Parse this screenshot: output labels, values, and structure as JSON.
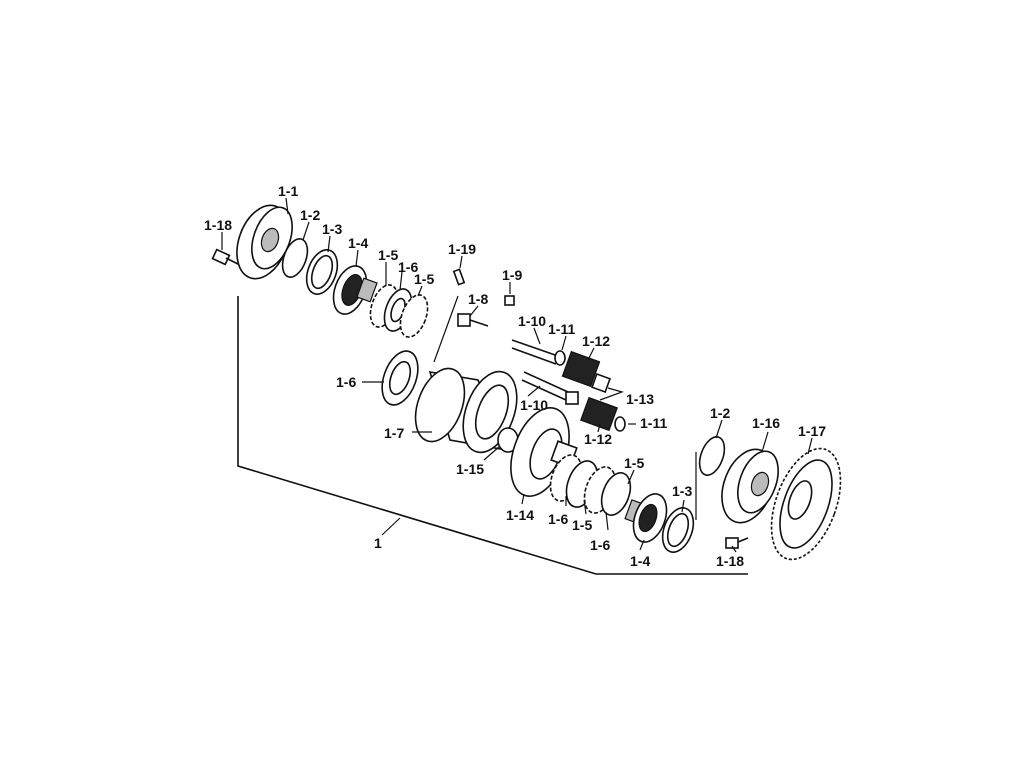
{
  "callouts": [
    {
      "id": "c-1-1",
      "text": "1-1"
    },
    {
      "id": "c-1-2a",
      "text": "1-2"
    },
    {
      "id": "c-1-3a",
      "text": "1-3"
    },
    {
      "id": "c-1-4a",
      "text": "1-4"
    },
    {
      "id": "c-1-5a",
      "text": "1-5"
    },
    {
      "id": "c-1-6a",
      "text": "1-6"
    },
    {
      "id": "c-1-5b",
      "text": "1-5"
    },
    {
      "id": "c-1-18a",
      "text": "1-18"
    },
    {
      "id": "c-1-19",
      "text": "1-19"
    },
    {
      "id": "c-1-9",
      "text": "1-9"
    },
    {
      "id": "c-1-8",
      "text": "1-8"
    },
    {
      "id": "c-1-10a",
      "text": "1-10"
    },
    {
      "id": "c-1-11a",
      "text": "1-11"
    },
    {
      "id": "c-1-12a",
      "text": "1-12"
    },
    {
      "id": "c-1-6b",
      "text": "1-6"
    },
    {
      "id": "c-1-13",
      "text": "1-13"
    },
    {
      "id": "c-1-10b",
      "text": "1-10"
    },
    {
      "id": "c-1-11b",
      "text": "1-11"
    },
    {
      "id": "c-1-12b",
      "text": "1-12"
    },
    {
      "id": "c-1-7",
      "text": "1-7"
    },
    {
      "id": "c-1-15",
      "text": "1-15"
    },
    {
      "id": "c-1-2b",
      "text": "1-2"
    },
    {
      "id": "c-1-16",
      "text": "1-16"
    },
    {
      "id": "c-1-17",
      "text": "1-17"
    },
    {
      "id": "c-1-5c",
      "text": "1-5"
    },
    {
      "id": "c-1-3b",
      "text": "1-3"
    },
    {
      "id": "c-1-14",
      "text": "1-14"
    },
    {
      "id": "c-1-6c",
      "text": "1-6"
    },
    {
      "id": "c-1-5d",
      "text": "1-5"
    },
    {
      "id": "c-1-6d",
      "text": "1-6"
    },
    {
      "id": "c-1-4b",
      "text": "1-4"
    },
    {
      "id": "c-1-18b",
      "text": "1-18"
    },
    {
      "id": "c-1",
      "text": "1"
    }
  ]
}
